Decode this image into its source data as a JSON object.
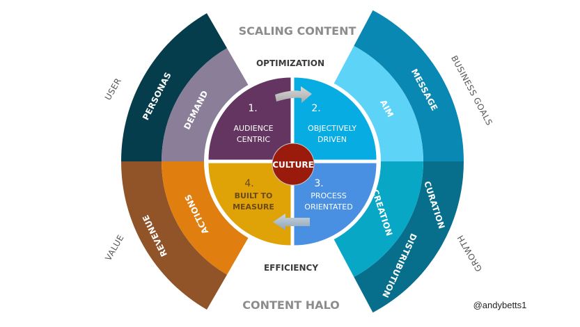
{
  "titles": {
    "top": "SCALING CONTENT",
    "bottom": "CONTENT HALO",
    "optimization": "OPTIMIZATION",
    "efficiency": "EFFICIENCY"
  },
  "side_labels": {
    "user": "USER",
    "business_goals": "BUSINESS GOALS",
    "value": "VALUE",
    "growth": "GROWTH"
  },
  "bands": {
    "top_left": {
      "outer": "PERSONAS",
      "inner": "DEMAND",
      "outer_color": "#063d4c",
      "inner_color": "#8a7e99"
    },
    "top_right": {
      "outer": "MESSAGE",
      "inner": "AIM",
      "outer_color": "#0a88b4",
      "inner_color": "#5dd3f7"
    },
    "bottom_left": {
      "outer": "REVENUE",
      "inner": "ACTIONS",
      "outer_color": "#915328",
      "inner_color": "#e07f0f"
    },
    "bottom_right": {
      "outer_a": "CURATION",
      "outer_b": "DISTRIBUTION",
      "inner": "CREATION",
      "outer_color": "#076f8c",
      "inner_color": "#07a7c5"
    }
  },
  "quadrants": [
    {
      "num": "1.",
      "line1": "AUDIENCE",
      "line2": "CENTRIC",
      "color": "#643560"
    },
    {
      "num": "2.",
      "line1": "OBJECTIVELY",
      "line2": "DRIVEN",
      "color": "#07ade2"
    },
    {
      "num": "3.",
      "line1": "PROCESS",
      "line2": "ORIENTATED",
      "color": "#4990e2"
    },
    {
      "num": "4.",
      "line1": "BUILT TO",
      "line2": "MEASURE",
      "color": "#dfa207"
    }
  ],
  "core": {
    "label": "CULTURE",
    "color": "#9a1a0c"
  },
  "credit": "@andybetts1"
}
